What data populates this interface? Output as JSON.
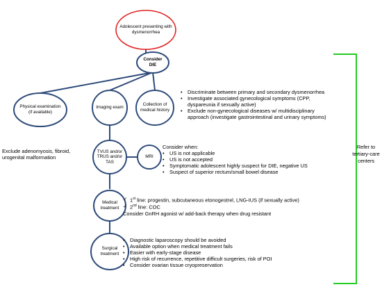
{
  "colors": {
    "start_border": "#e02020",
    "node_border": "#2e4b7a",
    "bracket": "#22cc22"
  },
  "nodes": {
    "start": "Adolescent presenting with dysmenorrhea",
    "consider_die_line1": "Consider",
    "consider_die_line2": "DIE",
    "physical": "Physical examination (if available)",
    "imaging": "Imaging exam",
    "history": "Collection of medical history",
    "tvus": "TVUS and/or TRUS and/or TAS",
    "mri": "MRI",
    "medical": "Medical treatment",
    "surgical": "Surgical treatment"
  },
  "history_notes": [
    "Discriminate between primary and secondary dysmenorrhea",
    "Investigate associated gynecological symptoms (CPP, dyspareunia if sexually active)",
    "Exclude non-gynecological diseases w/ multidisciplinary approach (investigate gastrointestinal and urinary symptoms)"
  ],
  "exclude_note": "Exclude adenomyosis, fibroid, urogenital malformation",
  "mri_note": {
    "heading": "Consider when:",
    "items": [
      "US is not applicable",
      "US is not accepted",
      "Symptomatic adolescent highly suspect for DIE, negative US",
      "Suspect of superior rectum/small bowel disease"
    ]
  },
  "medical_note": {
    "line1_prefix": "1",
    "line1_sup": "st",
    "line1_rest": " line: progestin, subcutaneous etonogestrel, LNG-IUS (if sexually active)",
    "line2_prefix": "2",
    "line2_sup": "nd",
    "line2_rest": " line: COC",
    "extra": "Consider GnRH agonist w/ add-back therapy when drug resistant"
  },
  "surgical_note": [
    "Diagnostic laparoscopy should be avoided",
    "Available option when medical treatment fails",
    "Easier with early-stage disease",
    "High risk of recurrence, repetitive difficult surgeries, risk of POI",
    "Consider ovarian tissue cryopreservation"
  ],
  "refer_note": "Refer to tertiary-care centers"
}
